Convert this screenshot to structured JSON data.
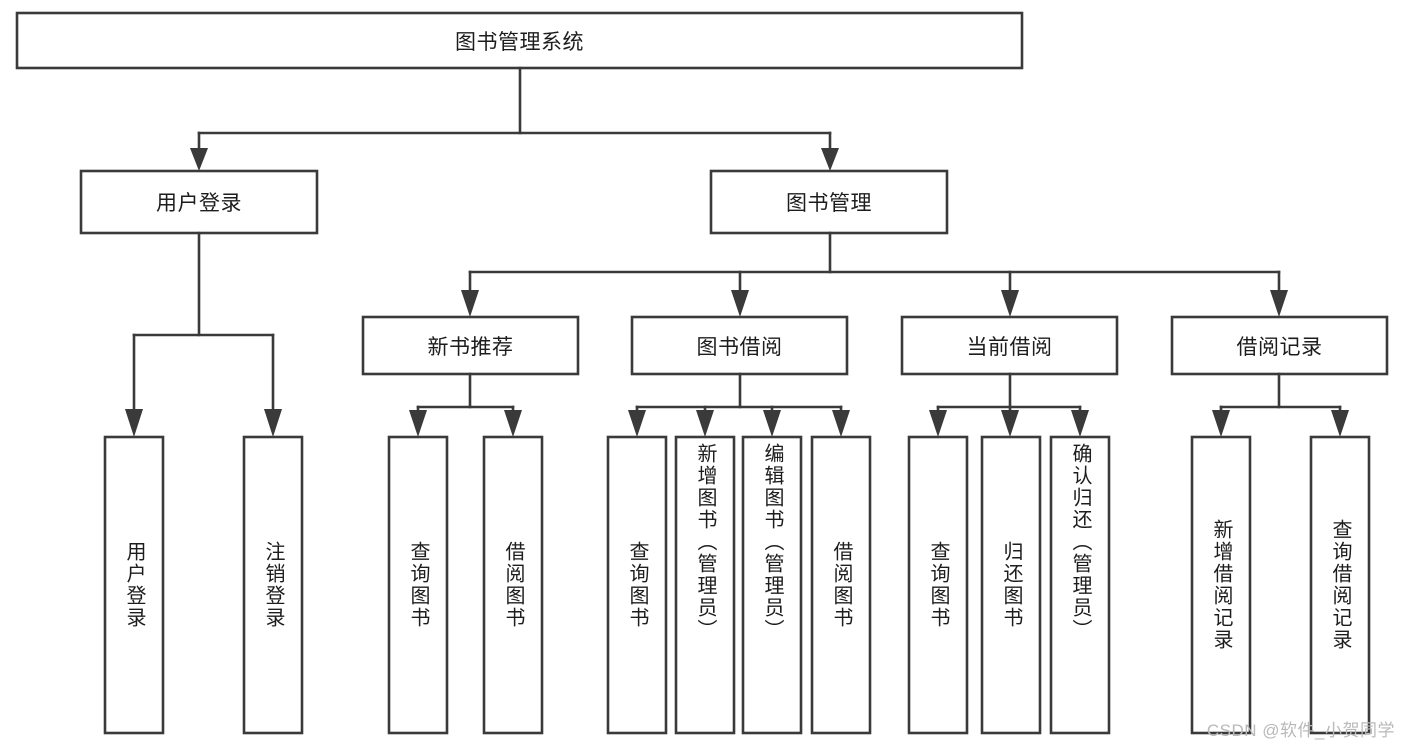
{
  "diagram": {
    "type": "tree-hierarchy",
    "title": "图书管理系统",
    "colors": {
      "stroke": "#3a3a3a",
      "node_fill": "#ffffff",
      "text": "#1d1d1d",
      "background": "#ffffff",
      "watermark": "#b9b9b9"
    },
    "root": {
      "label": "图书管理系统"
    },
    "level2": [
      {
        "label": "用户登录"
      },
      {
        "label": "图书管理"
      }
    ],
    "level3": [
      {
        "label": "新书推荐"
      },
      {
        "label": "图书借阅"
      },
      {
        "label": "当前借阅"
      },
      {
        "label": "借阅记录"
      }
    ],
    "leaves": {
      "user_login": [
        {
          "label": "用户登录"
        },
        {
          "label": "注销登录"
        }
      ],
      "new_book_recommend": [
        {
          "label": "查询图书"
        },
        {
          "label": "借阅图书"
        }
      ],
      "book_borrow": [
        {
          "label": "查询图书"
        },
        {
          "label": "新增图书（管理员）"
        },
        {
          "label": "编辑图书（管理员）"
        },
        {
          "label": "借阅图书"
        }
      ],
      "current_borrow": [
        {
          "label": "查询图书"
        },
        {
          "label": "归还图书"
        },
        {
          "label": "确认归还（管理员）"
        }
      ],
      "borrow_record": [
        {
          "label": "新增借阅记录"
        },
        {
          "label": "查询借阅记录"
        }
      ]
    }
  },
  "watermark": {
    "text": "CSDN @软件_小贺同学"
  }
}
